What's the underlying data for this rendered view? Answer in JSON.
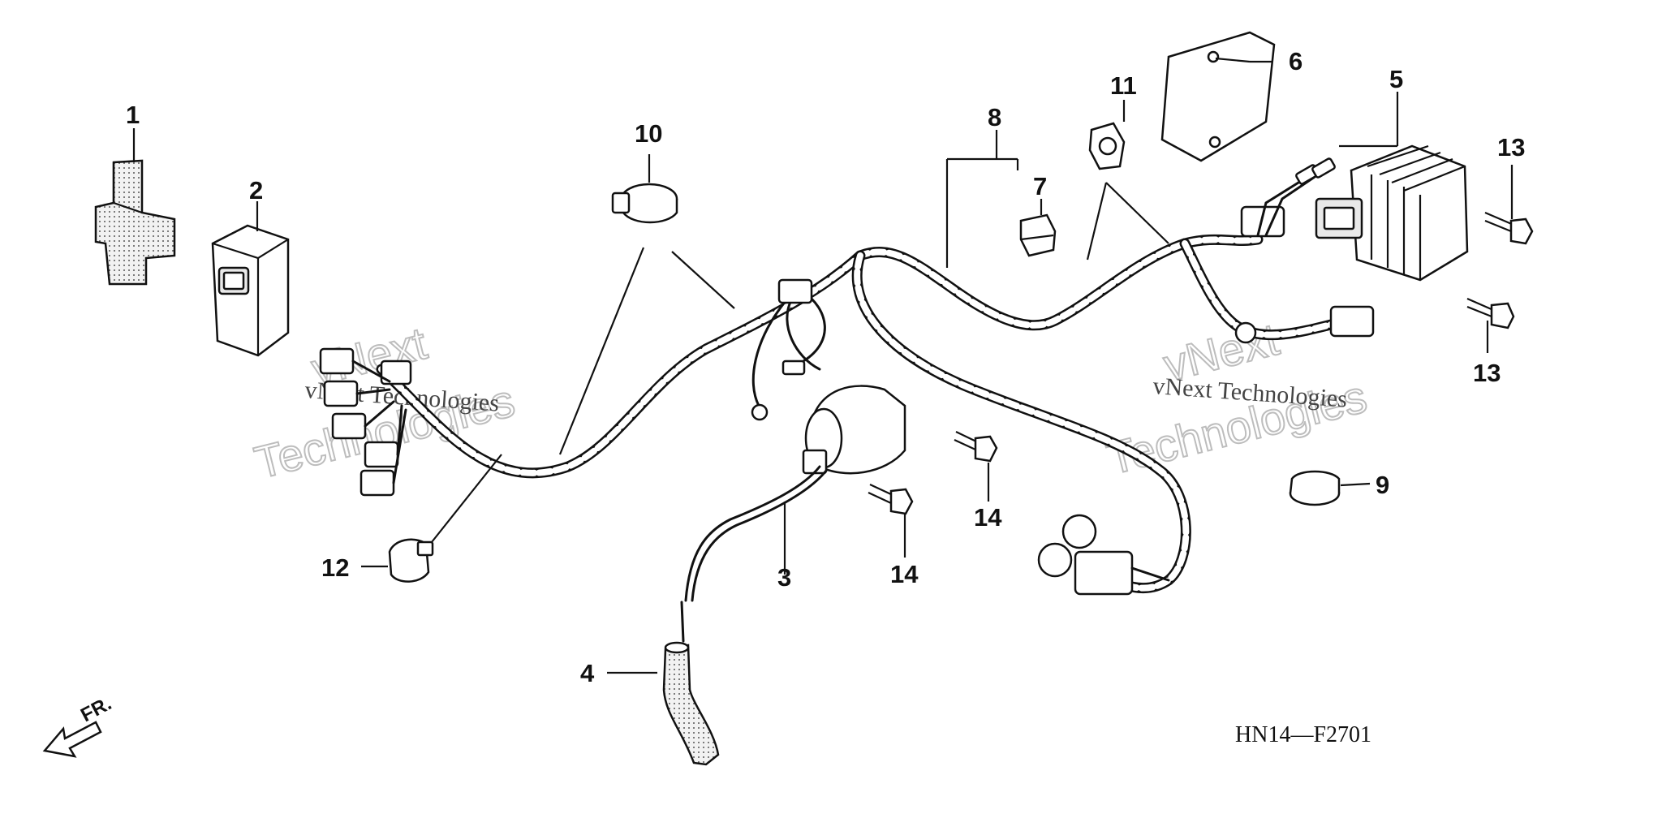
{
  "callouts": {
    "c1": "1",
    "c2": "2",
    "c3": "3",
    "c4": "4",
    "c5": "5",
    "c6": "6",
    "c7": "7",
    "c8": "8",
    "c9": "9",
    "c10": "10",
    "c11": "11",
    "c12": "12",
    "c13a": "13",
    "c13b": "13",
    "c14a": "14",
    "c14b": "14"
  },
  "drawing_code": "HN14—F2701",
  "front_marker": "FR.",
  "watermark": {
    "line1": "vNext",
    "line2": "Technologies",
    "inline": "vNext Technologies"
  },
  "colors": {
    "ink": "#111111",
    "watermark": "#bdbdbd",
    "background": "#ffffff"
  }
}
